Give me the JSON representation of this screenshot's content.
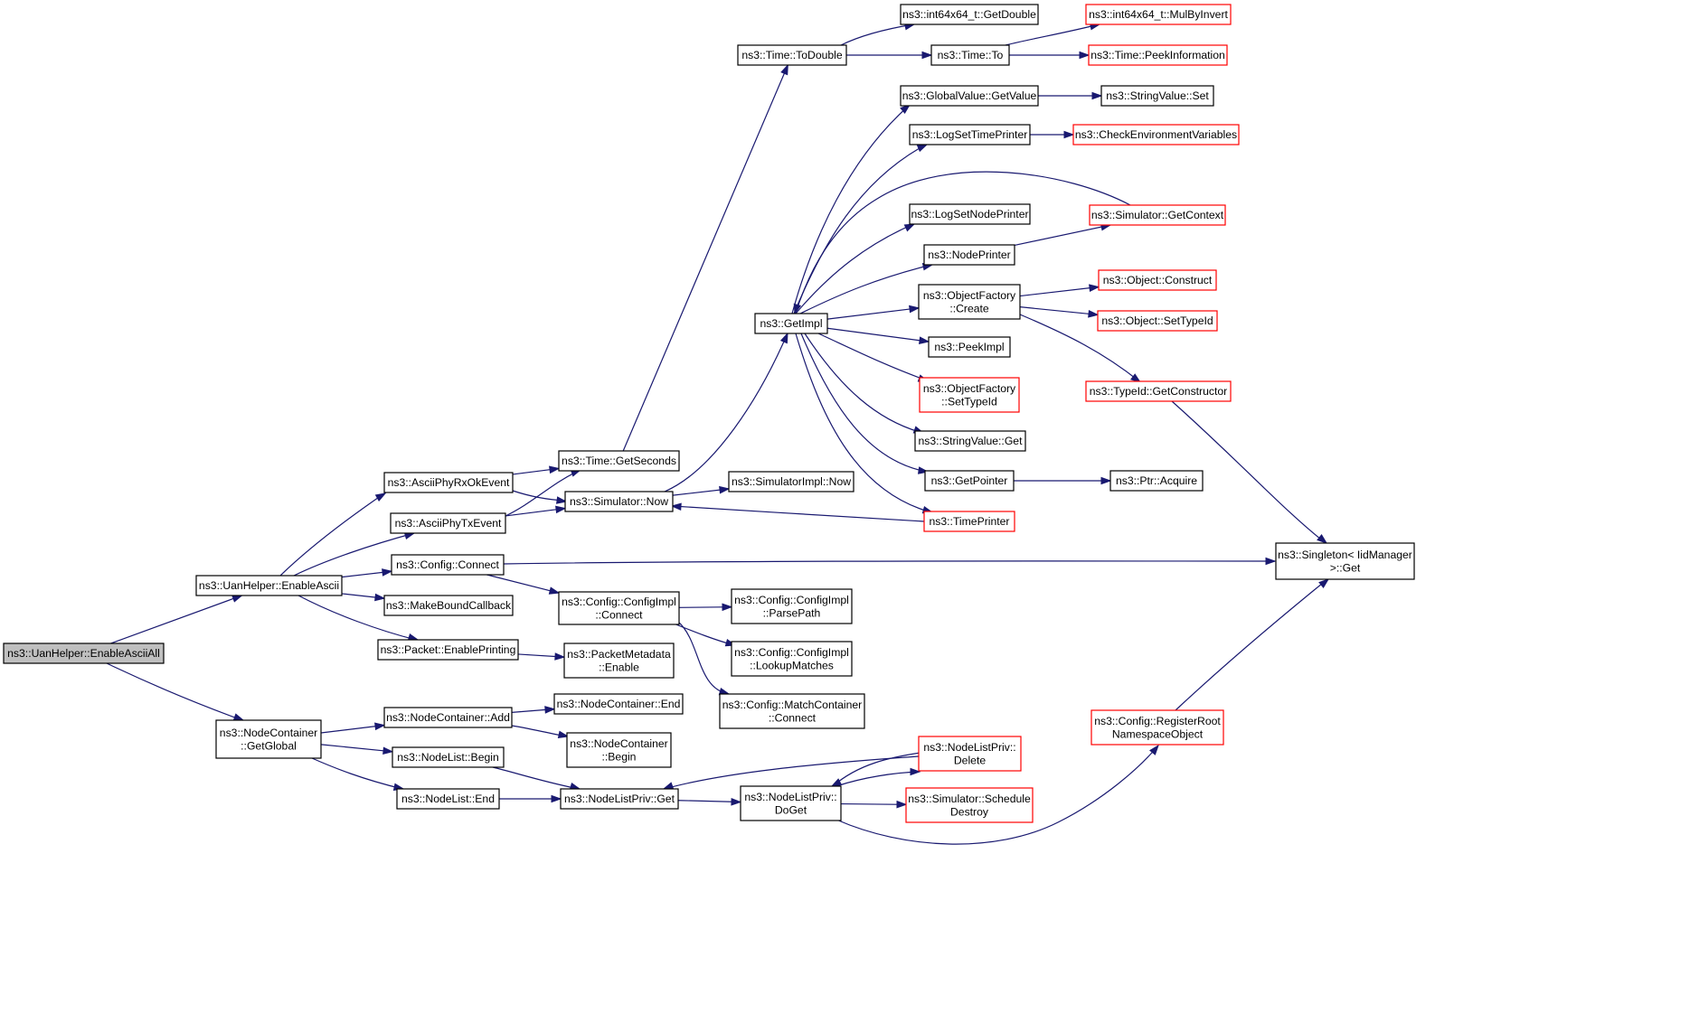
{
  "colors": {
    "edge": "#191970",
    "node_border": "#000000",
    "node_border_truncated": "#ff0000",
    "root_fill": "#bfbfbf",
    "node_fill": "#ffffff"
  },
  "nodes": [
    {
      "id": "root",
      "lines": [
        "ns3::UanHelper::EnableAsciiAll"
      ],
      "kind": "root"
    },
    {
      "id": "enableAscii",
      "lines": [
        "ns3::UanHelper::EnableAscii"
      ],
      "kind": "normal"
    },
    {
      "id": "ncGetGlobal",
      "lines": [
        "ns3::NodeContainer",
        "::GetGlobal"
      ],
      "kind": "normal"
    },
    {
      "id": "rxOk",
      "lines": [
        "ns3::AsciiPhyRxOkEvent"
      ],
      "kind": "normal"
    },
    {
      "id": "tx",
      "lines": [
        "ns3::AsciiPhyTxEvent"
      ],
      "kind": "normal"
    },
    {
      "id": "cfgConnect",
      "lines": [
        "ns3::Config::Connect"
      ],
      "kind": "normal"
    },
    {
      "id": "mbc",
      "lines": [
        "ns3::MakeBoundCallback"
      ],
      "kind": "normal"
    },
    {
      "id": "pktEnable",
      "lines": [
        "ns3::Packet::EnablePrinting"
      ],
      "kind": "normal"
    },
    {
      "id": "ncAdd",
      "lines": [
        "ns3::NodeContainer::Add"
      ],
      "kind": "normal"
    },
    {
      "id": "nlBegin",
      "lines": [
        "ns3::NodeList::Begin"
      ],
      "kind": "normal"
    },
    {
      "id": "nlEnd",
      "lines": [
        "ns3::NodeList::End"
      ],
      "kind": "normal"
    },
    {
      "id": "getSeconds",
      "lines": [
        "ns3::Time::GetSeconds"
      ],
      "kind": "normal"
    },
    {
      "id": "simNow",
      "lines": [
        "ns3::Simulator::Now"
      ],
      "kind": "normal"
    },
    {
      "id": "cfgImplConnect",
      "lines": [
        "ns3::Config::ConfigImpl",
        "::Connect"
      ],
      "kind": "normal"
    },
    {
      "id": "pmEnable",
      "lines": [
        "ns3::PacketMetadata",
        "::Enable"
      ],
      "kind": "normal"
    },
    {
      "id": "ncEnd",
      "lines": [
        "ns3::NodeContainer::End"
      ],
      "kind": "normal"
    },
    {
      "id": "ncBegin",
      "lines": [
        "ns3::NodeContainer",
        "::Begin"
      ],
      "kind": "normal"
    },
    {
      "id": "nlpGet",
      "lines": [
        "ns3::NodeListPriv::Get"
      ],
      "kind": "normal"
    },
    {
      "id": "toDouble",
      "lines": [
        "ns3::Time::ToDouble"
      ],
      "kind": "normal"
    },
    {
      "id": "getImpl",
      "lines": [
        "ns3::GetImpl"
      ],
      "kind": "normal"
    },
    {
      "id": "simImplNow",
      "lines": [
        "ns3::SimulatorImpl::Now"
      ],
      "kind": "normal"
    },
    {
      "id": "parsePath",
      "lines": [
        "ns3::Config::ConfigImpl",
        "::ParsePath"
      ],
      "kind": "normal"
    },
    {
      "id": "lookupMatches",
      "lines": [
        "ns3::Config::ConfigImpl",
        "::LookupMatches"
      ],
      "kind": "normal"
    },
    {
      "id": "mcConnect",
      "lines": [
        "ns3::Config::MatchContainer",
        "::Connect"
      ],
      "kind": "normal"
    },
    {
      "id": "nlpDoGet",
      "lines": [
        "ns3::NodeListPriv::",
        "DoGet"
      ],
      "kind": "normal"
    },
    {
      "id": "i64GetDouble",
      "lines": [
        "ns3::int64x64_t::GetDouble"
      ],
      "kind": "normal"
    },
    {
      "id": "timeTo",
      "lines": [
        "ns3::Time::To"
      ],
      "kind": "normal"
    },
    {
      "id": "gvGetValue",
      "lines": [
        "ns3::GlobalValue::GetValue"
      ],
      "kind": "normal"
    },
    {
      "id": "logSetTime",
      "lines": [
        "ns3::LogSetTimePrinter"
      ],
      "kind": "normal"
    },
    {
      "id": "logSetNode",
      "lines": [
        "ns3::LogSetNodePrinter"
      ],
      "kind": "normal"
    },
    {
      "id": "nodePrinter",
      "lines": [
        "ns3::NodePrinter"
      ],
      "kind": "normal"
    },
    {
      "id": "ofCreate",
      "lines": [
        "ns3::ObjectFactory",
        "::Create"
      ],
      "kind": "normal"
    },
    {
      "id": "peekImpl",
      "lines": [
        "ns3::PeekImpl"
      ],
      "kind": "normal"
    },
    {
      "id": "ofSetTypeId",
      "lines": [
        "ns3::ObjectFactory",
        "::SetTypeId"
      ],
      "kind": "truncated"
    },
    {
      "id": "svGet",
      "lines": [
        "ns3::StringValue::Get"
      ],
      "kind": "normal"
    },
    {
      "id": "getPointer",
      "lines": [
        "ns3::GetPointer"
      ],
      "kind": "normal"
    },
    {
      "id": "timePrinter",
      "lines": [
        "ns3::TimePrinter"
      ],
      "kind": "truncated"
    },
    {
      "id": "nlpDelete",
      "lines": [
        "ns3::NodeListPriv::",
        "Delete"
      ],
      "kind": "truncated"
    },
    {
      "id": "simSchedDestroy",
      "lines": [
        "ns3::Simulator::Schedule",
        "Destroy"
      ],
      "kind": "truncated"
    },
    {
      "id": "mulByInvert",
      "lines": [
        "ns3::int64x64_t::MulByInvert"
      ],
      "kind": "truncated"
    },
    {
      "id": "peekInfo",
      "lines": [
        "ns3::Time::PeekInformation"
      ],
      "kind": "truncated"
    },
    {
      "id": "svSet",
      "lines": [
        "ns3::StringValue::Set"
      ],
      "kind": "normal"
    },
    {
      "id": "checkEnv",
      "lines": [
        "ns3::CheckEnvironmentVariables"
      ],
      "kind": "truncated"
    },
    {
      "id": "simGetContext",
      "lines": [
        "ns3::Simulator::GetContext"
      ],
      "kind": "truncated"
    },
    {
      "id": "objConstruct",
      "lines": [
        "ns3::Object::Construct"
      ],
      "kind": "truncated"
    },
    {
      "id": "objSetTypeId",
      "lines": [
        "ns3::Object::SetTypeId"
      ],
      "kind": "truncated"
    },
    {
      "id": "getConstructor",
      "lines": [
        "ns3::TypeId::GetConstructor"
      ],
      "kind": "truncated"
    },
    {
      "id": "ptrAcquire",
      "lines": [
        "ns3::Ptr::Acquire"
      ],
      "kind": "normal"
    },
    {
      "id": "regRoot",
      "lines": [
        "ns3::Config::RegisterRoot",
        "NamespaceObject"
      ],
      "kind": "truncated"
    },
    {
      "id": "singletonGet",
      "lines": [
        "ns3::Singleton< IidManager",
        ">::Get"
      ],
      "kind": "normal"
    }
  ],
  "edges": [
    [
      "root",
      "enableAscii"
    ],
    [
      "root",
      "ncGetGlobal"
    ],
    [
      "enableAscii",
      "rxOk"
    ],
    [
      "enableAscii",
      "tx"
    ],
    [
      "enableAscii",
      "cfgConnect"
    ],
    [
      "enableAscii",
      "mbc"
    ],
    [
      "enableAscii",
      "pktEnable"
    ],
    [
      "rxOk",
      "getSeconds"
    ],
    [
      "rxOk",
      "simNow"
    ],
    [
      "tx",
      "getSeconds"
    ],
    [
      "tx",
      "simNow"
    ],
    [
      "getSeconds",
      "toDouble"
    ],
    [
      "simNow",
      "getImpl"
    ],
    [
      "simNow",
      "simImplNow"
    ],
    [
      "toDouble",
      "i64GetDouble"
    ],
    [
      "toDouble",
      "timeTo"
    ],
    [
      "timeTo",
      "mulByInvert"
    ],
    [
      "timeTo",
      "peekInfo"
    ],
    [
      "getImpl",
      "gvGetValue"
    ],
    [
      "getImpl",
      "logSetTime"
    ],
    [
      "getImpl",
      "logSetNode"
    ],
    [
      "getImpl",
      "nodePrinter"
    ],
    [
      "getImpl",
      "ofCreate"
    ],
    [
      "getImpl",
      "peekImpl"
    ],
    [
      "getImpl",
      "ofSetTypeId"
    ],
    [
      "getImpl",
      "svGet"
    ],
    [
      "getImpl",
      "getPointer"
    ],
    [
      "getImpl",
      "timePrinter"
    ],
    [
      "gvGetValue",
      "svSet"
    ],
    [
      "logSetTime",
      "checkEnv"
    ],
    [
      "nodePrinter",
      "simGetContext"
    ],
    [
      "simGetContext",
      "getImpl"
    ],
    [
      "timePrinter",
      "simNow"
    ],
    [
      "ofCreate",
      "objConstruct"
    ],
    [
      "ofCreate",
      "objSetTypeId"
    ],
    [
      "ofCreate",
      "getConstructor"
    ],
    [
      "getConstructor",
      "singletonGet"
    ],
    [
      "getPointer",
      "ptrAcquire"
    ],
    [
      "cfgConnect",
      "singletonGet"
    ],
    [
      "cfgConnect",
      "cfgImplConnect"
    ],
    [
      "cfgImplConnect",
      "parsePath"
    ],
    [
      "cfgImplConnect",
      "lookupMatches"
    ],
    [
      "cfgImplConnect",
      "mcConnect"
    ],
    [
      "pktEnable",
      "pmEnable"
    ],
    [
      "ncGetGlobal",
      "ncAdd"
    ],
    [
      "ncGetGlobal",
      "nlBegin"
    ],
    [
      "ncGetGlobal",
      "nlEnd"
    ],
    [
      "ncAdd",
      "ncEnd"
    ],
    [
      "ncAdd",
      "ncBegin"
    ],
    [
      "nlBegin",
      "nlpGet"
    ],
    [
      "nlEnd",
      "nlpGet"
    ],
    [
      "nlpGet",
      "nlpDoGet"
    ],
    [
      "nlpDoGet",
      "nlpDelete"
    ],
    [
      "nlpDoGet",
      "simSchedDestroy"
    ],
    [
      "nlpDoGet",
      "regRoot"
    ],
    [
      "nlpDelete",
      "nlpDoGet"
    ],
    [
      "nlpDelete",
      "nlpGet"
    ],
    [
      "regRoot",
      "singletonGet"
    ]
  ]
}
